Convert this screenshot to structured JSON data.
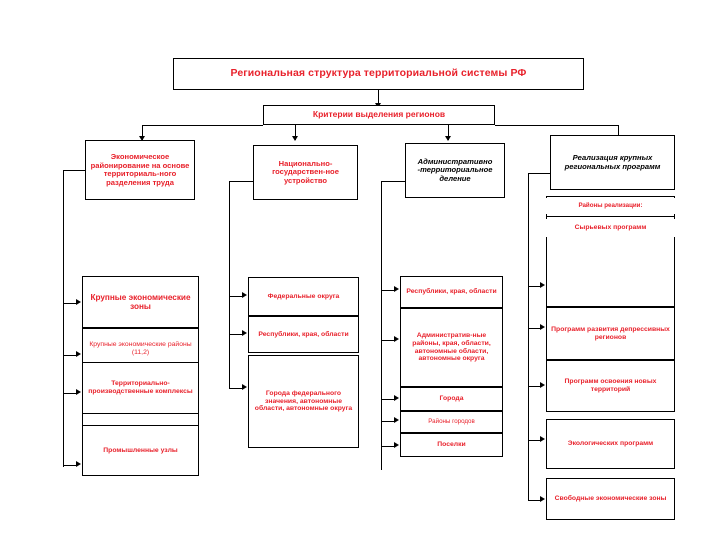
{
  "diagram": {
    "title": "Региональная структура территориальной системы РФ",
    "subtitle": "Критерии выделения регионов",
    "accent_color": "#e8212b",
    "line_color": "#000000",
    "background": "#ffffff",
    "columns": [
      {
        "criterion": "Экономическое районирование на основе территориаль-ного разделения труда",
        "criterion_style": "red-bold",
        "items": [
          "Крупные экономические зоны",
          "Крупные экономические районы (11,2)",
          "Территориально-производственные комплексы",
          "Промышленные узлы"
        ]
      },
      {
        "criterion": "Национально-государствен-ное устройство",
        "criterion_style": "red-bold",
        "items": [
          "Федеральные округа",
          "Республики, края, области",
          "Города федерального значения, автономные области, автономные округа"
        ]
      },
      {
        "criterion": "Административно -территориальное деление",
        "criterion_style": "black-italic",
        "items": [
          "Республики, края, области",
          "Административ-ные районы, края, области, автономные области, автономные округа",
          "Города",
          "Районы городов",
          "Поселки"
        ]
      },
      {
        "criterion": "Реализация крупных региональных программ",
        "criterion_style": "black-italic",
        "group_header": "Районы реализации:",
        "items": [
          "Сырьевых программ",
          "Программ развития депрессивных регионов",
          "Программ освоения новых территорий",
          "Экологических программ",
          "Свободные экономические зоны"
        ]
      }
    ]
  }
}
